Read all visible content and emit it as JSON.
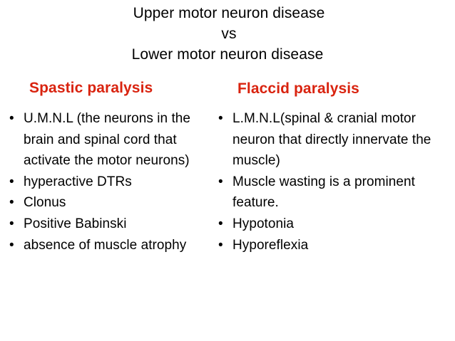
{
  "slide": {
    "background_color": "#ffffff",
    "body_text_color": "#000000",
    "heading_color": "#D9230F"
  },
  "title": {
    "line1": "Upper motor neuron disease",
    "line2": "vs",
    "line3": "Lower motor neuron disease"
  },
  "columns": {
    "left": {
      "heading": "Spastic paralysis",
      "bullet_marker": "•",
      "items": [
        "U.M.N.L (the neurons in the brain and spinal cord that activate the motor neurons)",
        "hyperactive DTRs",
        "Clonus",
        "Positive Babinski",
        "absence of muscle atrophy"
      ]
    },
    "right": {
      "heading": "Flaccid paralysis",
      "bullet_marker": "•",
      "items": [
        "L.M.N.L(spinal & cranial motor neuron that directly innervate the muscle)",
        "Muscle wasting is a prominent feature.",
        "Hypotonia",
        "Hyporeflexia"
      ]
    }
  }
}
